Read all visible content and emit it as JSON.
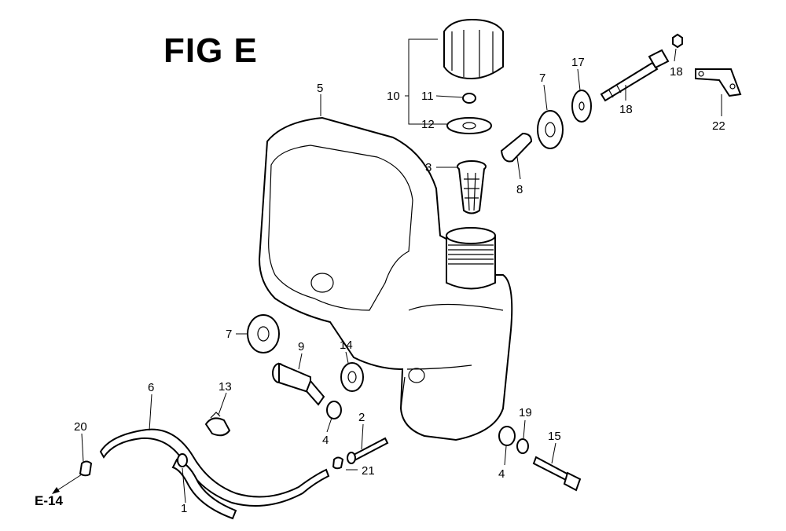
{
  "figure": {
    "title": "FIG E"
  },
  "reference": {
    "label": "E-14"
  },
  "callouts": {
    "c1": "1",
    "c2": "2",
    "c3": "3",
    "c4a": "4",
    "c4b": "4",
    "c5": "5",
    "c6": "6",
    "c7a": "7",
    "c7b": "7",
    "c8": "8",
    "c9": "9",
    "c10": "10",
    "c11": "11",
    "c12": "12",
    "c13": "13",
    "c14": "14",
    "c15": "15",
    "c17": "17",
    "c18a": "18",
    "c18b": "18",
    "c19": "19",
    "c20": "20",
    "c21": "21",
    "c22": "22"
  }
}
